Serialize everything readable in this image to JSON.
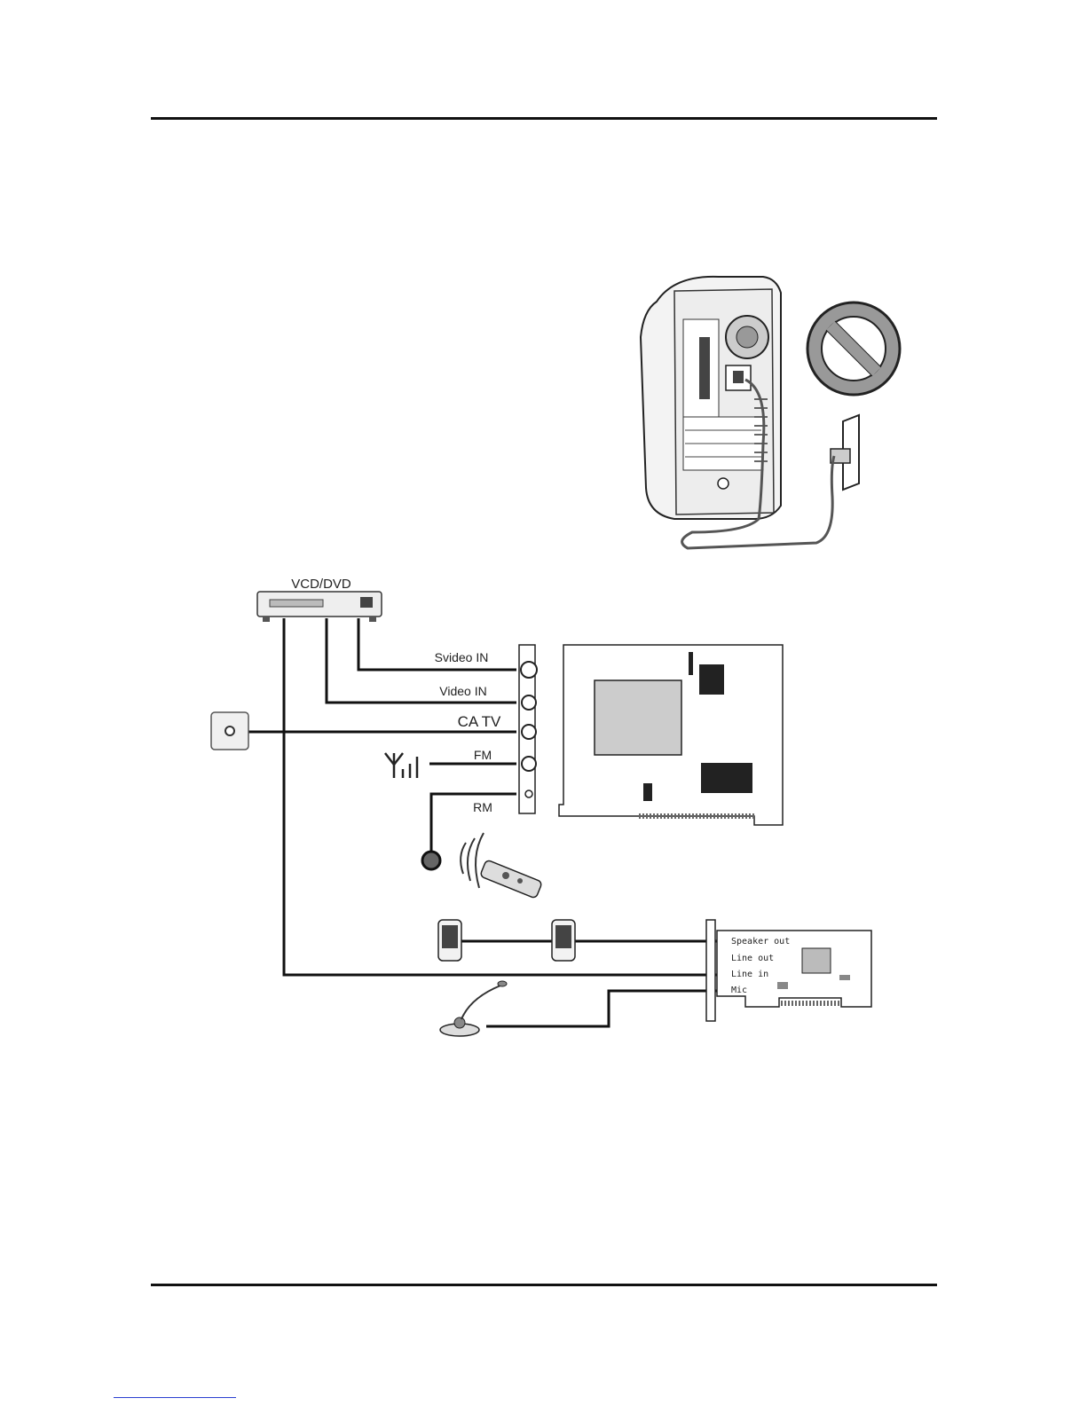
{
  "diagram": {
    "dvd_label": "VCD/DVD",
    "tv_card_ports": {
      "svideo": "Svideo IN",
      "video": "Video IN",
      "catv": "CA TV",
      "fm": "FM",
      "rm": "RM"
    },
    "sound_card_ports": {
      "speaker_out": "Speaker out",
      "line_out": "Line out",
      "line_in": "Line in",
      "mic": "Mic"
    }
  }
}
